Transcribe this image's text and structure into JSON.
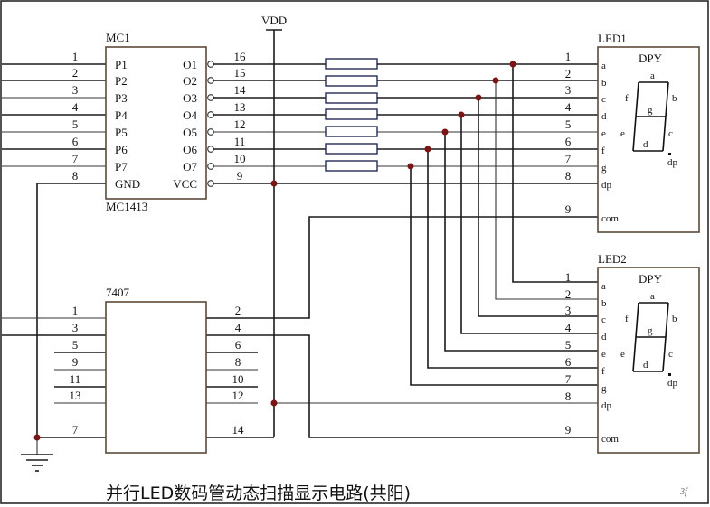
{
  "caption": "并行LED数码管动态扫描显示电路(共阳)",
  "watermark": "3f",
  "power": {
    "vdd_label": "VDD"
  },
  "mc1": {
    "ref": "MC1",
    "part": "MC1413",
    "left_pins": [
      {
        "num": "1",
        "label": "P1"
      },
      {
        "num": "2",
        "label": "P2"
      },
      {
        "num": "3",
        "label": "P3"
      },
      {
        "num": "4",
        "label": "P4"
      },
      {
        "num": "5",
        "label": "P5"
      },
      {
        "num": "6",
        "label": "P6"
      },
      {
        "num": "7",
        "label": "P7"
      },
      {
        "num": "8",
        "label": "GND"
      }
    ],
    "right_pins": [
      {
        "num": "16",
        "label": "O1"
      },
      {
        "num": "15",
        "label": "O2"
      },
      {
        "num": "14",
        "label": "O3"
      },
      {
        "num": "13",
        "label": "O4"
      },
      {
        "num": "12",
        "label": "O5"
      },
      {
        "num": "11",
        "label": "O6"
      },
      {
        "num": "10",
        "label": "O7"
      },
      {
        "num": "9",
        "label": "VCC"
      }
    ]
  },
  "u7407": {
    "part": "7407",
    "left_pins": [
      "1",
      "3",
      "5",
      "9",
      "11",
      "13",
      "7"
    ],
    "right_pins": [
      "2",
      "4",
      "6",
      "8",
      "10",
      "12",
      "14"
    ]
  },
  "led1": {
    "ref": "LED1",
    "type": "DPY",
    "pin_nums": [
      "1",
      "2",
      "3",
      "4",
      "5",
      "6",
      "7",
      "8",
      "9"
    ],
    "pin_names": [
      "a",
      "b",
      "c",
      "d",
      "e",
      "f",
      "g",
      "dp",
      "com"
    ],
    "segments": {
      "a": "a",
      "b": "b",
      "c": "c",
      "d": "d",
      "e": "e",
      "f": "f",
      "g": "g",
      "dp": "dp"
    }
  },
  "led2": {
    "ref": "LED2",
    "type": "DPY",
    "pin_nums": [
      "1",
      "2",
      "3",
      "4",
      "5",
      "6",
      "7",
      "8",
      "9"
    ],
    "pin_names": [
      "a",
      "b",
      "c",
      "d",
      "e",
      "f",
      "g",
      "dp",
      "com"
    ],
    "segments": {
      "a": "a",
      "b": "b",
      "c": "c",
      "d": "d",
      "e": "e",
      "f": "f",
      "g": "g",
      "dp": "dp"
    }
  }
}
